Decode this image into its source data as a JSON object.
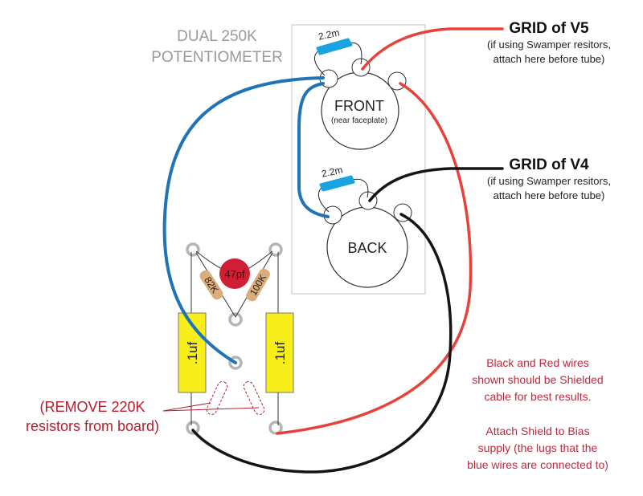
{
  "diagram": {
    "title_lines": [
      "DUAL 250K",
      "POTENTIOMETER"
    ],
    "pots": {
      "front": {
        "label": "FRONT",
        "sublabel": "(near faceplate)"
      },
      "back": {
        "label": "BACK"
      }
    },
    "resistors": {
      "front_bridge": "2.2m",
      "back_bridge": "2.2m",
      "left_angled": "82K",
      "right_angled": "100K"
    },
    "capacitors": {
      "ceramic": "47pf",
      "film_left": ".1uf",
      "film_right": ".1uf"
    },
    "grid_v5": {
      "title": "GRID of V5",
      "note_lines": [
        "(if using Swamper resitors,",
        "attach here before tube)"
      ]
    },
    "grid_v4": {
      "title": "GRID of V4",
      "note_lines": [
        "(if using Swamper resitors,",
        "attach here before tube)"
      ]
    },
    "remove_note_lines": [
      "(REMOVE 220K",
      "resistors from board)"
    ],
    "shield_note_lines": [
      "Black and Red wires",
      "shown should be Shielded",
      "cable for best results.",
      "",
      "Attach Shield to Bias",
      "supply (the lugs that the",
      "blue wires are connected to)"
    ],
    "colors": {
      "red_wire": "#e8413a",
      "blue_wire": "#1f73b7",
      "black_wire": "#151515",
      "resistor_blue": "#1aa3e0",
      "resistor_tan": "#d9ad7c",
      "cap_yellow": "#f7ee1a",
      "cap_red": "#d01f34",
      "lug_gray": "#b5b5b5",
      "note_red": "#c0283c"
    }
  }
}
